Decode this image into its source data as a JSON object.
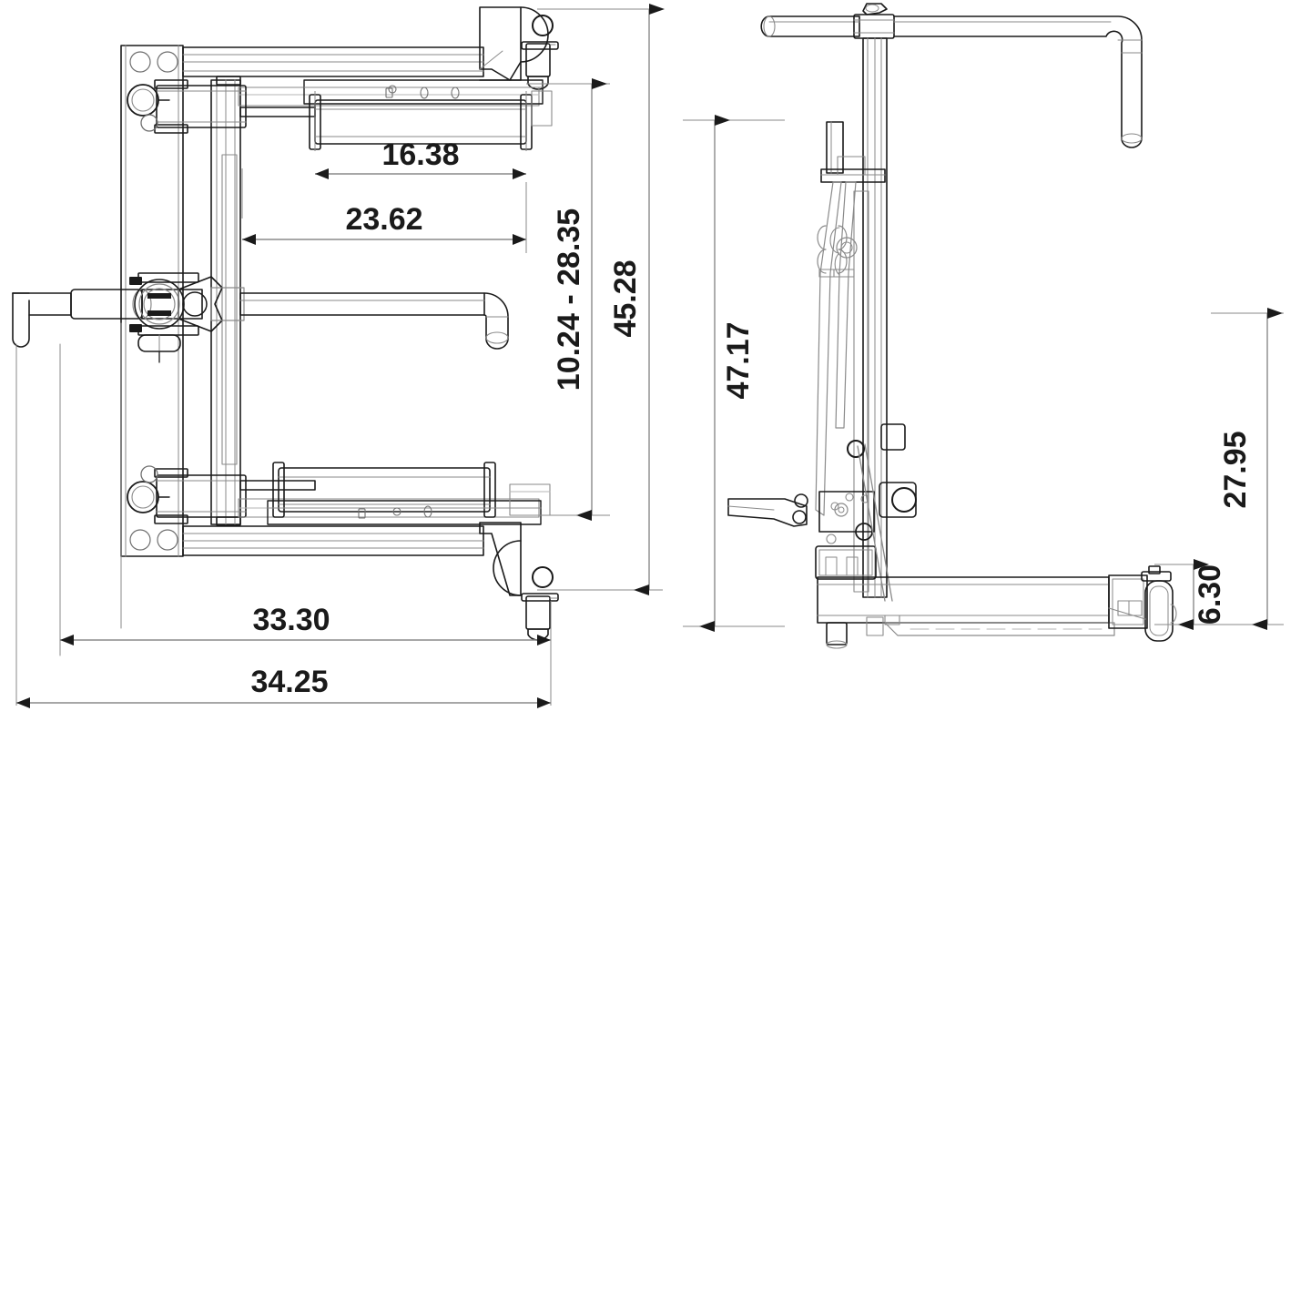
{
  "drawing": {
    "title": "Portable Engine/Drum Lift - Dimensioned Technical Drawing",
    "units": "inches",
    "background_color": "#ffffff",
    "line_color": "#1a1a1a",
    "thin_line_color": "#8a8a8a",
    "text_color": "#1a1a1a",
    "views": [
      {
        "name": "front-view",
        "label": ""
      },
      {
        "name": "side-view",
        "label": ""
      }
    ]
  },
  "dimensions": {
    "front": [
      {
        "id": "d_16_38",
        "value": "16.38",
        "orientation": "horizontal",
        "name": "roller-length-dimension"
      },
      {
        "id": "d_23_62",
        "value": "23.62",
        "orientation": "horizontal",
        "name": "arm-span-dimension"
      },
      {
        "id": "d_33_30",
        "value": "33.30",
        "orientation": "horizontal",
        "name": "base-width-dimension"
      },
      {
        "id": "d_34_25",
        "value": "34.25",
        "orientation": "horizontal",
        "name": "overall-width-dimension"
      },
      {
        "id": "d_10_24_28_35",
        "value": "10.24 - 28.35",
        "orientation": "vertical",
        "name": "adjustable-range-dimension"
      },
      {
        "id": "d_45_28",
        "value": "45.28",
        "orientation": "vertical",
        "name": "overall-height-front-dimension"
      }
    ],
    "side": [
      {
        "id": "d_47_17",
        "value": "47.17",
        "orientation": "vertical",
        "name": "overall-height-side-dimension"
      },
      {
        "id": "d_27_95",
        "value": "27.95",
        "orientation": "vertical",
        "name": "mast-height-dimension"
      },
      {
        "id": "d_6_30",
        "value": "6.30",
        "orientation": "vertical",
        "name": "caster-height-dimension"
      }
    ]
  }
}
